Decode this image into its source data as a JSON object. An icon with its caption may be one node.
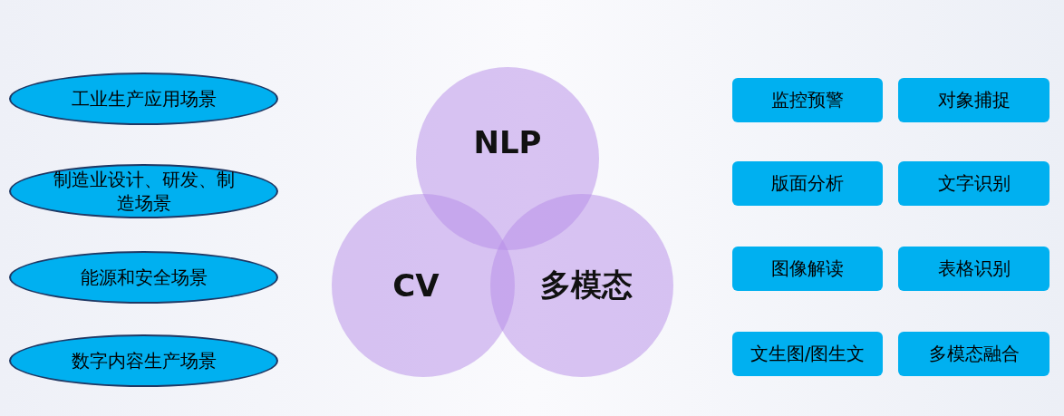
{
  "diagram": {
    "nodes": [
      {
        "text": [
          "工业生产应用场景"
        ]
      },
      {
        "text": [
          "制造业设计、研发、制造场景"
        ]
      },
      {
        "text": [
          "能源和安全场景"
        ]
      },
      {
        "text": [
          "数字内容生产场景"
        ]
      },
      {
        "text": [
          "NLP"
        ]
      },
      {
        "text": [
          "CV"
        ]
      },
      {
        "text": [
          "多模态"
        ]
      },
      {
        "text": [
          "监控预警"
        ]
      },
      {
        "text": [
          "对象捕捉"
        ]
      },
      {
        "text": [
          "版面分析"
        ]
      },
      {
        "text": [
          "文字识别"
        ]
      },
      {
        "text": [
          "图像解读"
        ]
      },
      {
        "text": [
          "表格识别"
        ]
      },
      {
        "text": [
          "文生图/图生文"
        ]
      },
      {
        "text": [
          "多模态融合"
        ]
      }
    ],
    "edges": []
  }
}
